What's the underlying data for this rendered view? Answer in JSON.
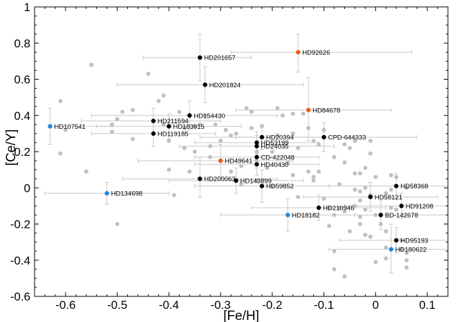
{
  "chart_data": {
    "type": "scatter",
    "xlabel": "[Fe/H]",
    "ylabel": "[Ce/Y]",
    "xlim": [
      -0.66,
      0.14
    ],
    "ylim": [
      -0.6,
      1.0
    ],
    "xticks": [
      -0.6,
      -0.5,
      -0.4,
      -0.3,
      -0.2,
      -0.1,
      0,
      0.1
    ],
    "xtick_labels": [
      "-0.6",
      "-0.5",
      "-0.4",
      "-0.3",
      "-0.2",
      "-0.1",
      "0",
      "0.1"
    ],
    "yticks": [
      -0.6,
      -0.4,
      -0.2,
      0,
      0.2,
      0.4,
      0.6,
      0.8,
      1.0
    ],
    "ytick_labels": [
      "-0.6",
      "-0.4",
      "-0.2",
      "0",
      "0.2",
      "0.4",
      "0.6",
      "0.8",
      "1"
    ],
    "grid": false,
    "colors": {
      "background_sample": "#c0c0c0",
      "errorbar": "#c8c8c8",
      "black": "#000000",
      "orange": "#f05a14",
      "blue": "#1e88e5"
    },
    "background_points": [
      [
        -0.61,
        0.48
      ],
      [
        -0.61,
        0.19
      ],
      [
        -0.6,
        0.32
      ],
      [
        -0.56,
        0.09
      ],
      [
        -0.55,
        0.68
      ],
      [
        -0.51,
        0.35
      ],
      [
        -0.51,
        0.31
      ],
      [
        -0.5,
        0.38
      ],
      [
        -0.5,
        -0.2
      ],
      [
        -0.49,
        0.42
      ],
      [
        -0.47,
        0.43
      ],
      [
        -0.47,
        0.27
      ],
      [
        -0.44,
        0.63
      ],
      [
        -0.42,
        0.48
      ],
      [
        -0.41,
        0.51
      ],
      [
        -0.41,
        0.35
      ],
      [
        -0.4,
        0.26
      ],
      [
        -0.4,
        0.1
      ],
      [
        -0.39,
        -0.04
      ],
      [
        -0.38,
        0.42
      ],
      [
        -0.37,
        0.33
      ],
      [
        -0.37,
        0.22
      ],
      [
        -0.36,
        0.09
      ],
      [
        -0.35,
        0.34
      ],
      [
        -0.35,
        0.2
      ],
      [
        -0.34,
        0.35
      ],
      [
        -0.33,
        0.4
      ],
      [
        -0.32,
        0.23
      ],
      [
        -0.32,
        0.17
      ],
      [
        -0.31,
        0.35
      ],
      [
        -0.3,
        0.26
      ],
      [
        -0.29,
        0.32
      ],
      [
        -0.28,
        0.29
      ],
      [
        -0.28,
        0.09
      ],
      [
        -0.27,
        0.3
      ],
      [
        -0.26,
        0.12
      ],
      [
        -0.26,
        0.02
      ],
      [
        -0.25,
        0.44
      ],
      [
        -0.24,
        0.33
      ],
      [
        -0.24,
        0.42
      ],
      [
        -0.23,
        0.2
      ],
      [
        -0.23,
        0.15
      ],
      [
        -0.23,
        0.04
      ],
      [
        -0.22,
        0.34
      ],
      [
        -0.22,
        0.01
      ],
      [
        -0.21,
        0.11
      ],
      [
        -0.2,
        0.2
      ],
      [
        -0.2,
        0.01
      ],
      [
        -0.19,
        0.44
      ],
      [
        -0.19,
        0.29
      ],
      [
        -0.18,
        0.4
      ],
      [
        -0.17,
        0.14
      ],
      [
        -0.16,
        0.41
      ],
      [
        -0.16,
        0.3
      ],
      [
        -0.16,
        0.07
      ],
      [
        -0.15,
        0.22
      ],
      [
        -0.15,
        -0.05
      ],
      [
        -0.14,
        0.41
      ],
      [
        -0.13,
        0.33
      ],
      [
        -0.13,
        0.09
      ],
      [
        -0.12,
        0.26
      ],
      [
        -0.12,
        0.06
      ],
      [
        -0.12,
        0.04
      ],
      [
        -0.11,
        0.24
      ],
      [
        -0.11,
        0.09
      ],
      [
        -0.1,
        0.32
      ],
      [
        -0.1,
        -0.06
      ],
      [
        -0.09,
        -0.21
      ],
      [
        -0.09,
        -0.11
      ],
      [
        -0.08,
        -0.35
      ],
      [
        -0.08,
        -0.45
      ],
      [
        -0.08,
        -0.15
      ],
      [
        -0.08,
        0.17
      ],
      [
        -0.07,
        -0.11
      ],
      [
        -0.07,
        0.02
      ],
      [
        -0.06,
        -0.49
      ],
      [
        -0.06,
        0.14
      ],
      [
        -0.06,
        -0.13
      ],
      [
        -0.06,
        0.24
      ],
      [
        -0.05,
        -0.24
      ],
      [
        -0.05,
        0.22
      ],
      [
        -0.04,
        0.08
      ],
      [
        -0.04,
        -0.01
      ],
      [
        -0.04,
        -0.1
      ],
      [
        -0.04,
        0.26
      ],
      [
        -0.03,
        0.08
      ],
      [
        -0.03,
        -0.16
      ],
      [
        -0.03,
        -0.2
      ],
      [
        -0.03,
        -0.02
      ],
      [
        -0.03,
        -0.07
      ],
      [
        -0.02,
        -0.12
      ],
      [
        -0.02,
        -0.26
      ],
      [
        -0.02,
        0.11
      ],
      [
        -0.02,
        0.0
      ],
      [
        -0.01,
        -0.04
      ],
      [
        -0.01,
        -0.27
      ],
      [
        -0.01,
        0.26
      ],
      [
        -0.01,
        0.19
      ],
      [
        -0.01,
        0.26
      ],
      [
        0.0,
        -0.15
      ],
      [
        0.0,
        -0.41
      ],
      [
        0.0,
        0.06
      ],
      [
        0.01,
        -0.2
      ],
      [
        0.02,
        -0.03
      ],
      [
        0.02,
        -0.24
      ],
      [
        0.02,
        -0.33
      ],
      [
        0.02,
        -0.39
      ],
      [
        0.03,
        -0.01
      ],
      [
        0.03,
        -0.11
      ],
      [
        0.03,
        0.07
      ],
      [
        0.04,
        0.06
      ],
      [
        0.04,
        -0.12
      ],
      [
        0.05,
        -0.29
      ],
      [
        0.05,
        -0.34
      ],
      [
        0.06,
        -0.44
      ],
      [
        0.06,
        -0.36
      ],
      [
        0.06,
        -0.4
      ],
      [
        0.06,
        0.0
      ]
    ],
    "labeled_points": [
      {
        "name": "HD201657",
        "x": -0.34,
        "y": 0.72,
        "color": "black",
        "xerr": [
          -0.45,
          -0.24
        ],
        "yerr": [
          0.59,
          0.85
        ]
      },
      {
        "name": "HD92626",
        "x": -0.15,
        "y": 0.75,
        "color": "orange",
        "xerr": [
          -0.28,
          0.07
        ],
        "yerr": [
          0.64,
          0.85
        ]
      },
      {
        "name": "HD201824",
        "x": -0.33,
        "y": 0.57,
        "color": "black",
        "xerr": [
          -0.5,
          -0.14
        ],
        "yerr": [
          0.47,
          0.67
        ]
      },
      {
        "name": "HD84678",
        "x": -0.13,
        "y": 0.43,
        "color": "orange",
        "xerr": [
          -0.27,
          0.03
        ],
        "yerr": [
          0.26,
          0.61
        ]
      },
      {
        "name": "HD154430",
        "x": -0.36,
        "y": 0.4,
        "color": "black",
        "xerr": [
          -0.55,
          -0.19
        ],
        "yerr": [
          0.32,
          0.48
        ]
      },
      {
        "name": "HD211594",
        "x": -0.43,
        "y": 0.37,
        "color": "black",
        "xerr": [
          -0.57,
          -0.3
        ],
        "yerr": [
          0.3,
          0.44
        ]
      },
      {
        "name": "HD107541",
        "x": -0.63,
        "y": 0.34,
        "color": "blue",
        "xerr": [
          -0.63,
          -0.51
        ],
        "yerr": [
          0.24,
          0.44
        ]
      },
      {
        "name": "HD183915",
        "x": -0.4,
        "y": 0.34,
        "color": "black",
        "xerr": [
          -0.54,
          -0.26
        ],
        "yerr": [
          0.27,
          0.41
        ]
      },
      {
        "name": "HD119185",
        "x": -0.43,
        "y": 0.3,
        "color": "black",
        "xerr": [
          -0.55,
          -0.31
        ],
        "yerr": [
          0.23,
          0.37
        ]
      },
      {
        "name": "HD20394",
        "x": -0.22,
        "y": 0.28,
        "color": "black",
        "xerr": [
          -0.34,
          -0.1
        ],
        "yerr": [
          0.21,
          0.35
        ]
      },
      {
        "name": "CPD-644333",
        "x": -0.1,
        "y": 0.28,
        "color": "black",
        "xerr": [
          -0.27,
          0.08
        ],
        "yerr": [
          0.2,
          0.36
        ]
      },
      {
        "name": "HD53199",
        "x": -0.23,
        "y": 0.25,
        "color": "black",
        "xerr": [
          -0.35,
          -0.11
        ],
        "yerr": [
          0.19,
          0.31
        ]
      },
      {
        "name": "HD24035",
        "x": -0.23,
        "y": 0.23,
        "color": "black",
        "xerr": [
          -0.38,
          -0.08
        ],
        "yerr": [
          0.17,
          0.29
        ]
      },
      {
        "name": "CD-422048",
        "x": -0.23,
        "y": 0.17,
        "color": "black",
        "xerr": [
          -0.35,
          -0.11
        ],
        "yerr": [
          0.11,
          0.23
        ]
      },
      {
        "name": "HD49641",
        "x": -0.3,
        "y": 0.15,
        "color": "orange",
        "xerr": [
          -0.46,
          -0.16
        ],
        "yerr": [
          0.06,
          0.24
        ]
      },
      {
        "name": "HD40430",
        "x": -0.23,
        "y": 0.13,
        "color": "black",
        "xerr": [
          -0.35,
          -0.11
        ],
        "yerr": [
          0.07,
          0.19
        ]
      },
      {
        "name": "HD200063",
        "x": -0.34,
        "y": 0.05,
        "color": "black",
        "xerr": [
          -0.49,
          -0.19
        ],
        "yerr": [
          -0.05,
          0.17
        ]
      },
      {
        "name": "HD143899",
        "x": -0.27,
        "y": 0.04,
        "color": "black",
        "xerr": [
          -0.4,
          -0.14
        ],
        "yerr": [
          -0.03,
          0.11
        ]
      },
      {
        "name": "HD59852",
        "x": -0.22,
        "y": 0.01,
        "color": "black",
        "xerr": [
          -0.35,
          -0.09
        ],
        "yerr": [
          -0.08,
          0.1
        ]
      },
      {
        "name": "HD58368",
        "x": 0.04,
        "y": 0.01,
        "color": "black",
        "xerr": [
          -0.09,
          0.14
        ],
        "yerr": [
          -0.06,
          0.08
        ]
      },
      {
        "name": "HD134698",
        "x": -0.52,
        "y": -0.03,
        "color": "blue",
        "xerr": [
          -0.64,
          -0.4
        ],
        "yerr": [
          -0.09,
          0.03
        ]
      },
      {
        "name": "HD58121",
        "x": -0.01,
        "y": -0.05,
        "color": "black",
        "xerr": [
          -0.14,
          0.12
        ],
        "yerr": [
          -0.13,
          0.03
        ]
      },
      {
        "name": "HD210946",
        "x": -0.11,
        "y": -0.11,
        "color": "black",
        "xerr": [
          -0.24,
          0.02
        ],
        "yerr": [
          -0.18,
          -0.04
        ]
      },
      {
        "name": "HD91208",
        "x": 0.05,
        "y": -0.1,
        "color": "black",
        "xerr": [
          -0.06,
          0.14
        ],
        "yerr": [
          -0.17,
          -0.03
        ]
      },
      {
        "name": "HD18182",
        "x": -0.17,
        "y": -0.15,
        "color": "blue",
        "xerr": [
          -0.3,
          -0.04
        ],
        "yerr": [
          -0.24,
          -0.06
        ]
      },
      {
        "name": "BD-142678",
        "x": 0.01,
        "y": -0.15,
        "color": "black",
        "xerr": [
          -0.12,
          0.14
        ],
        "yerr": [
          -0.23,
          -0.07
        ]
      },
      {
        "name": "HD95193",
        "x": 0.04,
        "y": -0.29,
        "color": "black",
        "xerr": [
          -0.07,
          0.14
        ],
        "yerr": [
          -0.36,
          -0.22
        ]
      },
      {
        "name": "HD180622",
        "x": 0.03,
        "y": -0.34,
        "color": "blue",
        "xerr": [
          -0.09,
          0.14
        ],
        "yerr": [
          -0.47,
          -0.2
        ]
      }
    ]
  }
}
